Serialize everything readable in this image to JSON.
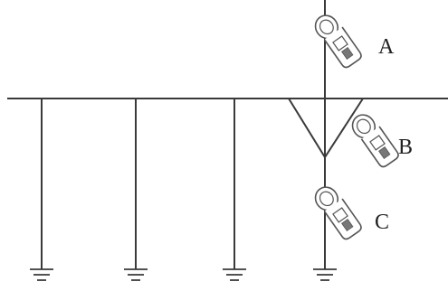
{
  "diagram": {
    "labels": {
      "A": "A",
      "B": "B",
      "C": "C"
    },
    "icons": {
      "meter": "clamp-meter-icon",
      "ground": "ground-icon"
    }
  }
}
